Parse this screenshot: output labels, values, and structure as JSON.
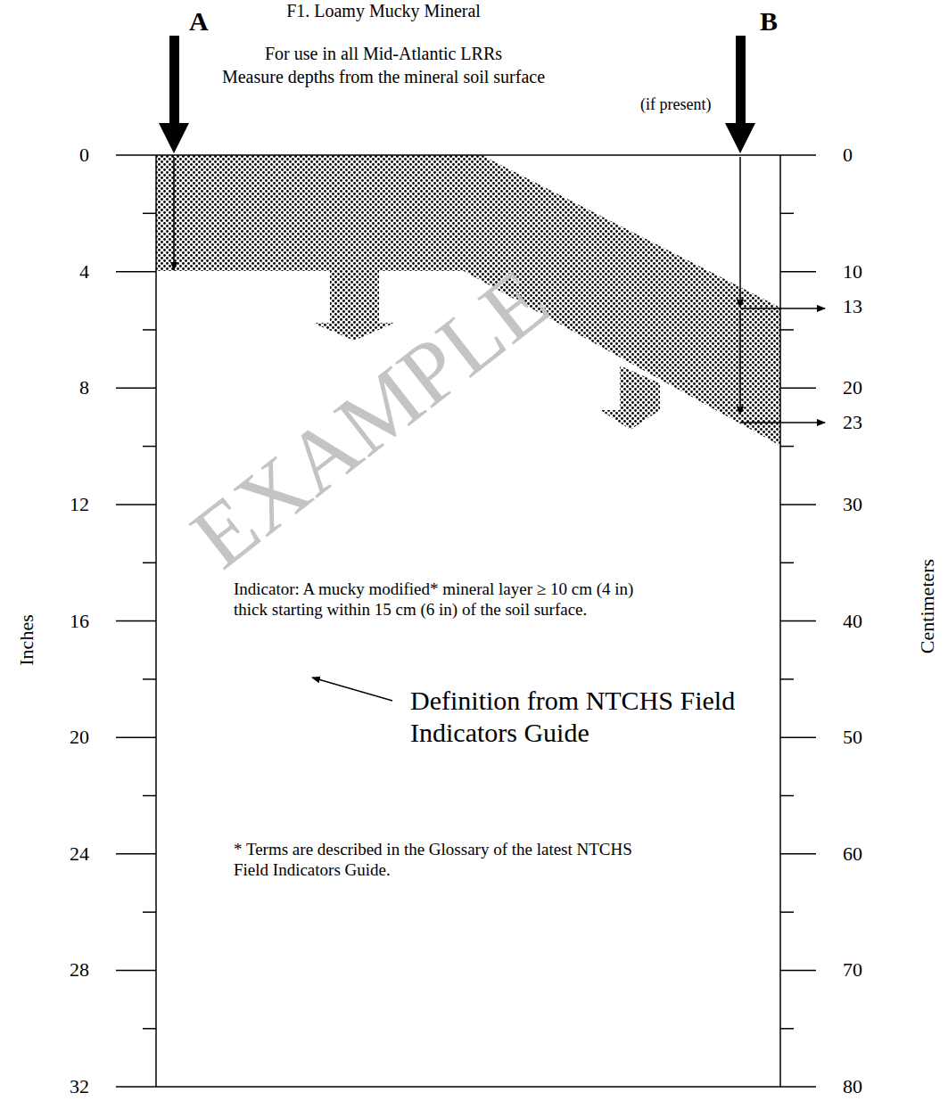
{
  "diagram": {
    "title": "F1. Loamy Mucky Mineral",
    "labels": [
      "A",
      "B",
      "For use in all Mid-Atlantic LRRs",
      "Measure depths from the mineral soil surface",
      "(if present)",
      "0",
      "4",
      "8",
      "12",
      "16",
      "20",
      "24",
      "28",
      "32",
      "0",
      "10",
      "13",
      "20",
      "23",
      "30",
      "40",
      "50",
      "60",
      "70",
      "80",
      "Inches",
      "Centimeters",
      "EXAMPLE",
      "Indicator:  A mucky modified* mineral layer ≥ 10 cm (4 in) thick starting within 15 cm (6 in) of the soil surface.",
      "Definition from NTCHS Field Indicators Guide",
      "* Terms are described in the Glossary of the latest NTCHS Field Indicators Guide."
    ]
  }
}
